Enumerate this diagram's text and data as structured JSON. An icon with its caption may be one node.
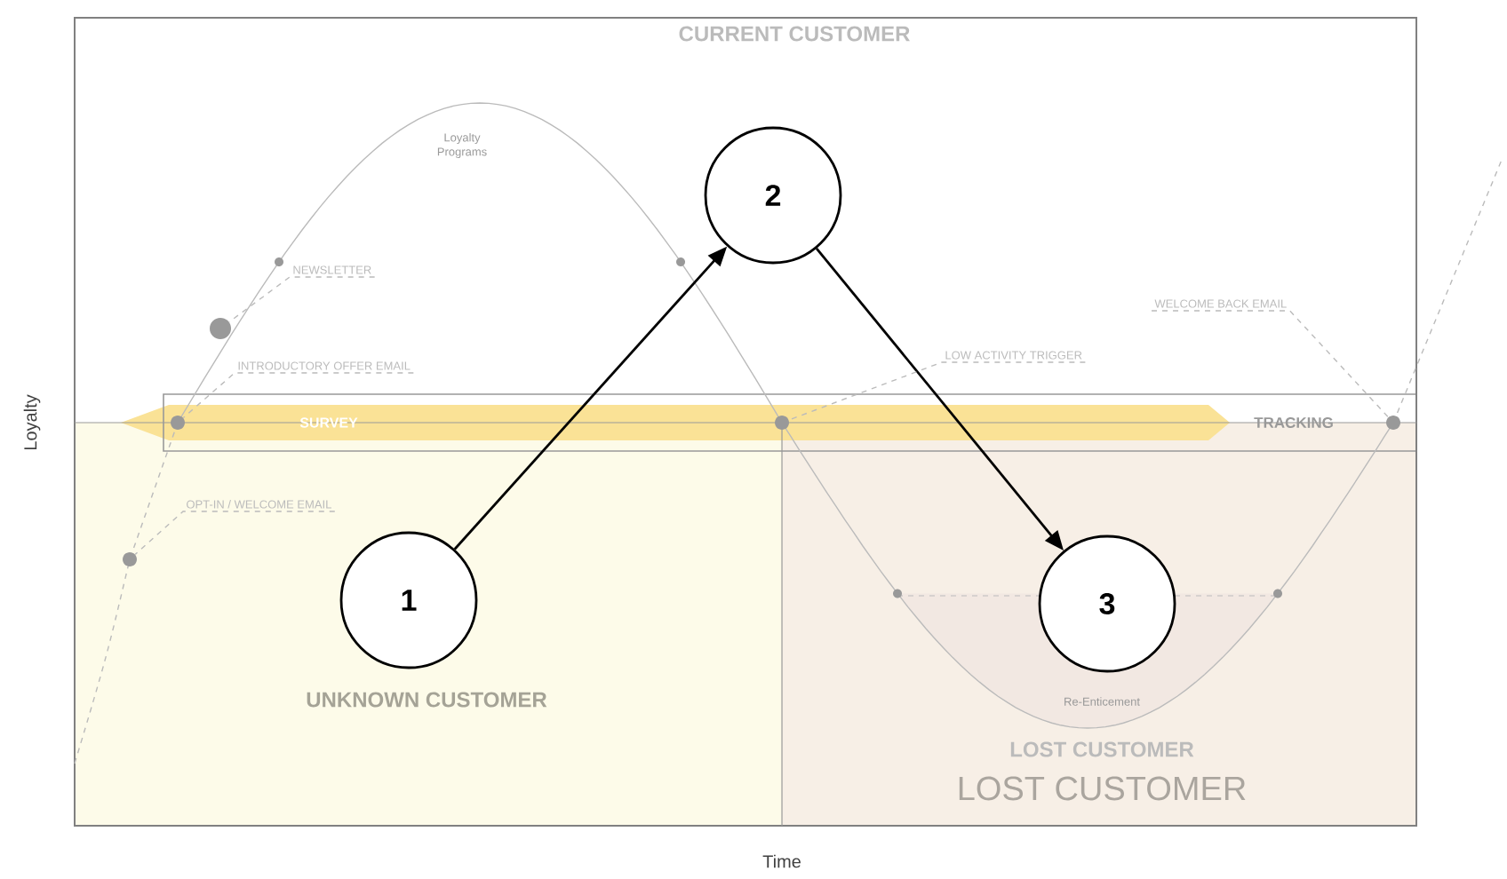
{
  "diagram": {
    "nodes": [
      {
        "text": [
          "2"
        ]
      },
      {
        "text": [
          "NEWSLETTER"
        ]
      },
      {
        "text": [
          "WELCOME BACK EMAIL"
        ]
      },
      {
        "text": [
          "INTRODUCTORY OFFER EMAIL"
        ]
      },
      {
        "text": [
          "LOW ACTIVITY TRIGGER"
        ]
      },
      {
        "text": [
          "OPT-IN / WELCOME EMAIL"
        ]
      },
      {
        "text": [
          "1"
        ]
      },
      {
        "text": [
          "3"
        ]
      },
      {
        "text": [],
        "shape": "circle"
      },
      {
        "text": [],
        "shape": "circle"
      },
      {
        "text": [],
        "shape": "circle"
      },
      {
        "text": [],
        "shape": "circle"
      },
      {
        "text": [],
        "shape": "circle"
      }
    ],
    "edges": [
      {
        "from": 6,
        "to": 0,
        "arrow": "to",
        "color": "#000000"
      },
      {
        "from": 0,
        "to": 7,
        "arrow": "to",
        "color": "#000000"
      },
      {
        "from": 1,
        "to": 10,
        "arrow": "none",
        "style": "dashed"
      },
      {
        "from": 2,
        "to": 12,
        "arrow": "none",
        "style": "dashed"
      },
      {
        "from": 3,
        "to": 9,
        "arrow": "none",
        "style": "dashed"
      },
      {
        "from": 4,
        "to": 11,
        "arrow": "none",
        "style": "dashed"
      },
      {
        "from": 5,
        "to": 8,
        "arrow": "none",
        "style": "dashed"
      }
    ],
    "labels": [
      "CURRENT CUSTOMER",
      "Loyalty Programs",
      "SURVEY",
      "TRACKING",
      "Loyalty",
      "UNKNOWN CUSTOMER",
      "Re-Enticement",
      "LOST CUSTOMER",
      "LOST CUSTOMER",
      "Time"
    ]
  }
}
